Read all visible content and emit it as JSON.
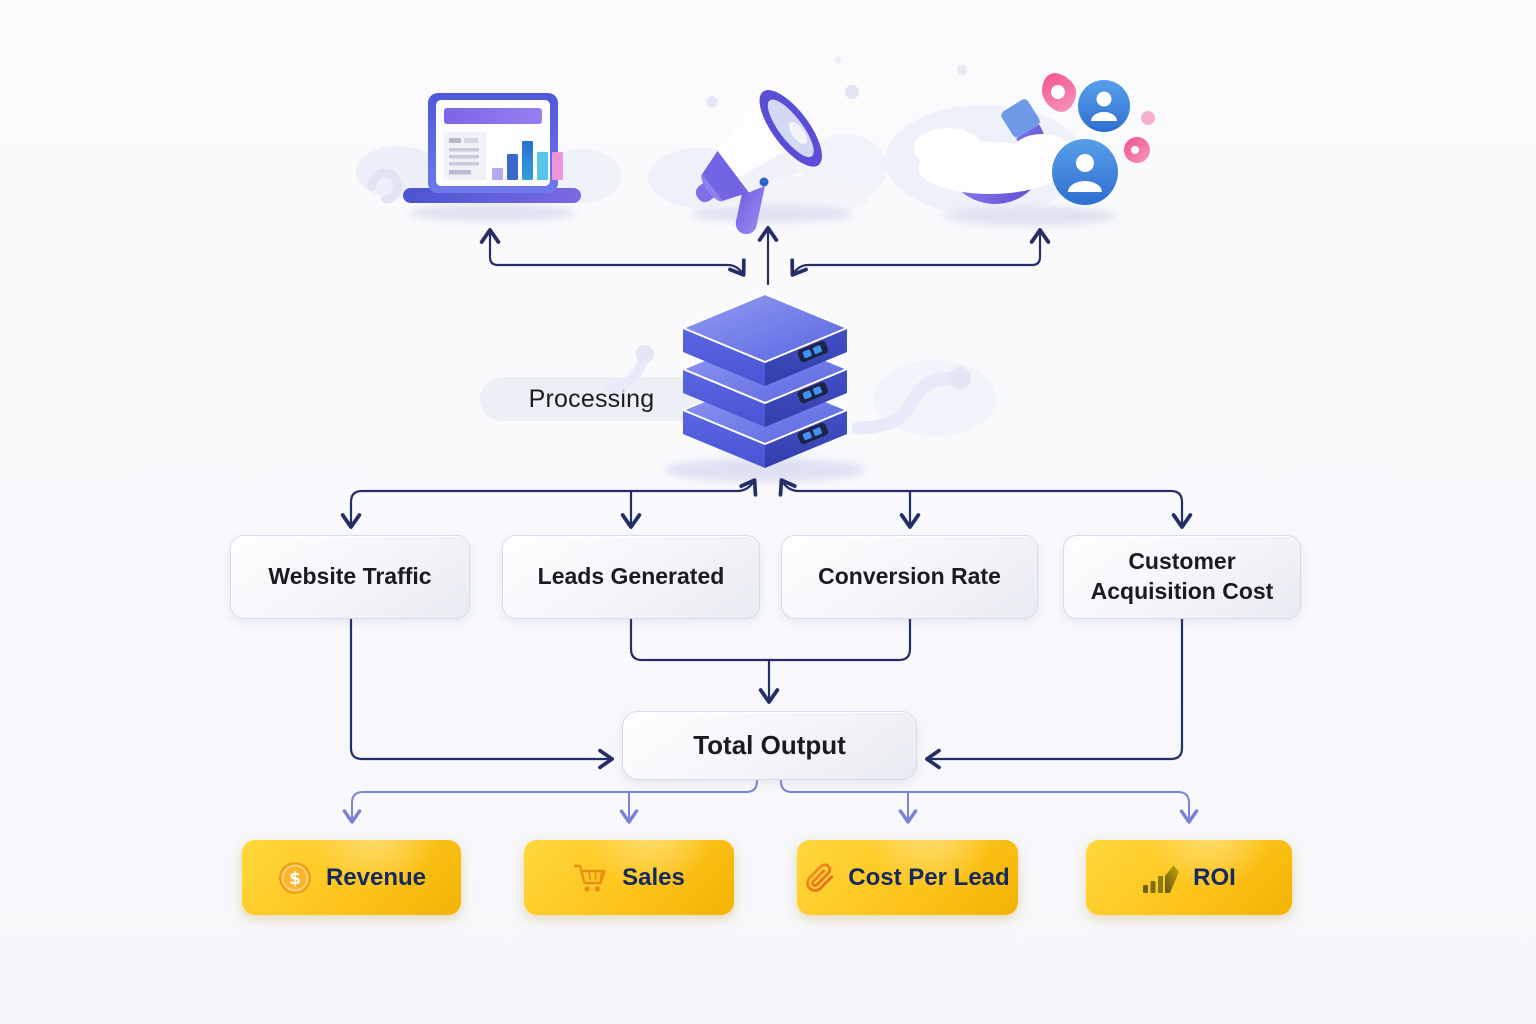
{
  "diagram": {
    "processing": {
      "label": "Processing"
    },
    "sources": [
      {
        "name": "analytics-laptop-illustration"
      },
      {
        "name": "megaphone-illustration"
      },
      {
        "name": "magnet-attracting-users-illustration"
      }
    ],
    "metrics": [
      {
        "label": "Website Traffic"
      },
      {
        "label": "Leads Generated"
      },
      {
        "label": "Conversion Rate"
      },
      {
        "label": "Customer Acquisition Cost"
      }
    ],
    "total": {
      "label": "Total Output"
    },
    "outputs": [
      {
        "label": "Revenue",
        "icon": "dollar-coin-icon"
      },
      {
        "label": "Sales",
        "icon": "shopping-cart-icon"
      },
      {
        "label": "Cost Per Lead",
        "icon": "paperclip-icon"
      },
      {
        "label": "ROI",
        "icon": "growth-bars-icon"
      }
    ],
    "colors": {
      "connector_dark": "#252e66",
      "connector_light": "#7b80d8",
      "server_blue": "#4a57d6",
      "accent_purple": "#7b68ea",
      "output_yellow": "#fcc419",
      "output_text": "#16295c"
    }
  }
}
